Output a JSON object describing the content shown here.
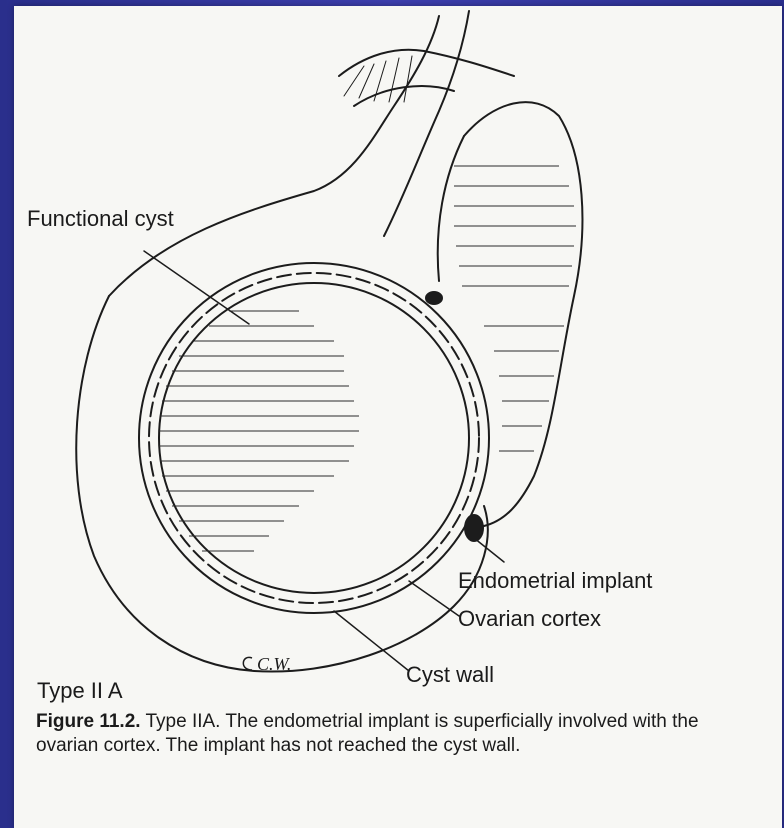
{
  "figure": {
    "labels": {
      "functional_cyst": "Functional cyst",
      "endometrial_implant": "Endometrial implant",
      "ovarian_cortex": "Ovarian cortex",
      "cyst_wall": "Cyst wall",
      "type": "Type II A",
      "signature": "C.W."
    },
    "caption": {
      "number": "Figure 11.2.",
      "text": " Type IIA. The endometrial implant is superficially involved with the ovarian cortex. The implant has not reached the cyst wall."
    }
  }
}
